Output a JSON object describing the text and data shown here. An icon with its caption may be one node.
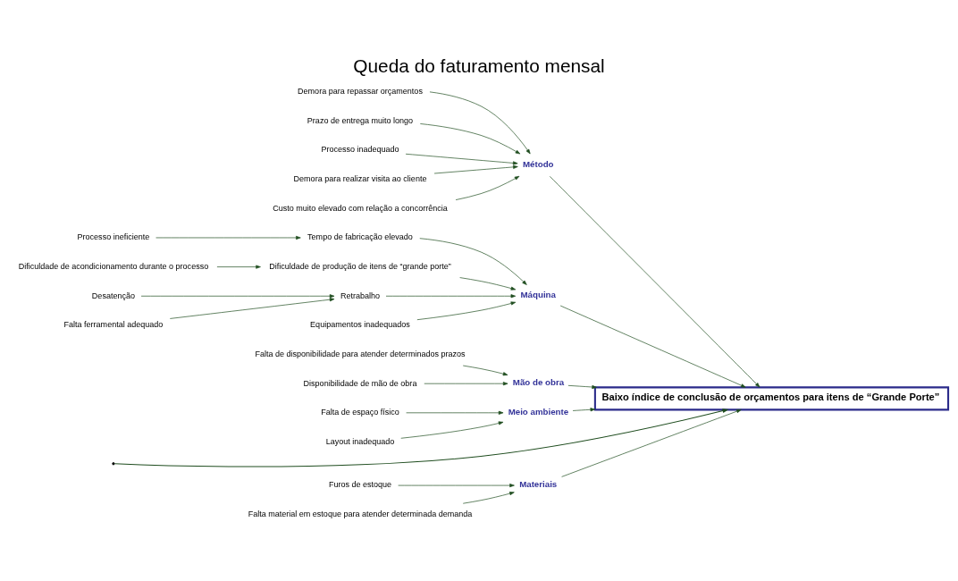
{
  "diagram": {
    "title": "Queda do faturamento mensal",
    "nodes": [
      {
        "text": [
          "Materiais"
        ]
      },
      {
        "text": [
          "Método"
        ]
      },
      {
        "text": [
          "Baixo índice de conclusão de orçamentos para itens de “Grande Porte”"
        ]
      },
      {
        "text": [
          "Furos de estoque"
        ]
      },
      {
        "text": [
          "Falta material em estoque para atender determinada demanda"
        ]
      },
      {
        "text": [
          "Demora para repassar orçamentos"
        ]
      },
      {
        "text": [
          "Prazo de entrega muito longo"
        ]
      },
      {
        "text": [
          "Processo inadequado"
        ]
      },
      {
        "text": [
          "Demora para realizar visita ao cliente"
        ]
      },
      {
        "text": [
          "Custo muito elevado com relação a concorrência"
        ]
      },
      {
        "text": [
          "Tempo de fabricação elevado"
        ]
      },
      {
        "text": [
          "Processo ineficiente"
        ]
      },
      {
        "text": [
          "Falta de disponibilidade para atender determinados prazos"
        ]
      },
      {
        "text": [
          "Falta de espaço físico"
        ]
      },
      {
        "text": [
          "Dificuldade de produção de itens de “grande porte”"
        ]
      },
      {
        "text": [
          "Dificuldade de acondicionamento durante o processo"
        ]
      },
      {
        "text": [
          "Desatenção"
        ]
      },
      {
        "text": [
          "Retrabalho"
        ]
      },
      {
        "text": [
          "Layout inadequado"
        ]
      },
      {
        "text": [
          "Disponibilidade de mão de obra"
        ]
      },
      {
        "text": [
          "Equipamentos inadequados"
        ]
      },
      {
        "text": [
          "Falta ferramental adequado"
        ]
      },
      {
        "text": [
          "Máquina"
        ]
      },
      {
        "text": [
          "Mão de obra"
        ]
      },
      {
        "text": [
          "Meio ambiente"
        ]
      }
    ],
    "edges": [
      {
        "from": 3,
        "to": 0,
        "arrow": "to"
      },
      {
        "from": 4,
        "to": 0,
        "arrow": "to"
      },
      {
        "from": 5,
        "to": 1,
        "arrow": "to"
      },
      {
        "from": 6,
        "to": 1,
        "arrow": "to"
      },
      {
        "from": 7,
        "to": 1,
        "arrow": "to"
      },
      {
        "from": 8,
        "to": 1,
        "arrow": "to"
      },
      {
        "from": 9,
        "to": 1,
        "arrow": "to"
      },
      {
        "from": 0,
        "to": 2,
        "arrow": "to"
      },
      {
        "from": 1,
        "to": 2,
        "arrow": "to"
      },
      {
        "from": null,
        "to": 2,
        "arrow": "to"
      },
      {
        "from": 10,
        "to": 22,
        "arrow": "to"
      },
      {
        "from": 11,
        "to": 10,
        "arrow": "to"
      },
      {
        "from": 14,
        "to": 22,
        "arrow": "to"
      },
      {
        "from": 15,
        "to": 14,
        "arrow": "to"
      },
      {
        "from": 16,
        "to": 17,
        "arrow": "to"
      },
      {
        "from": 17,
        "to": 22,
        "arrow": "to"
      },
      {
        "from": 21,
        "to": 17,
        "arrow": "to"
      },
      {
        "from": 20,
        "to": 22,
        "arrow": "to"
      },
      {
        "from": 12,
        "to": 23,
        "arrow": "to"
      },
      {
        "from": 19,
        "to": 23,
        "arrow": "to"
      },
      {
        "from": 13,
        "to": 24,
        "arrow": "to"
      },
      {
        "from": 18,
        "to": 24,
        "arrow": "to"
      },
      {
        "from": 22,
        "to": 2,
        "arrow": "to"
      },
      {
        "from": 23,
        "to": 2,
        "arrow": "to"
      },
      {
        "from": 24,
        "to": 2,
        "arrow": "to"
      }
    ]
  }
}
